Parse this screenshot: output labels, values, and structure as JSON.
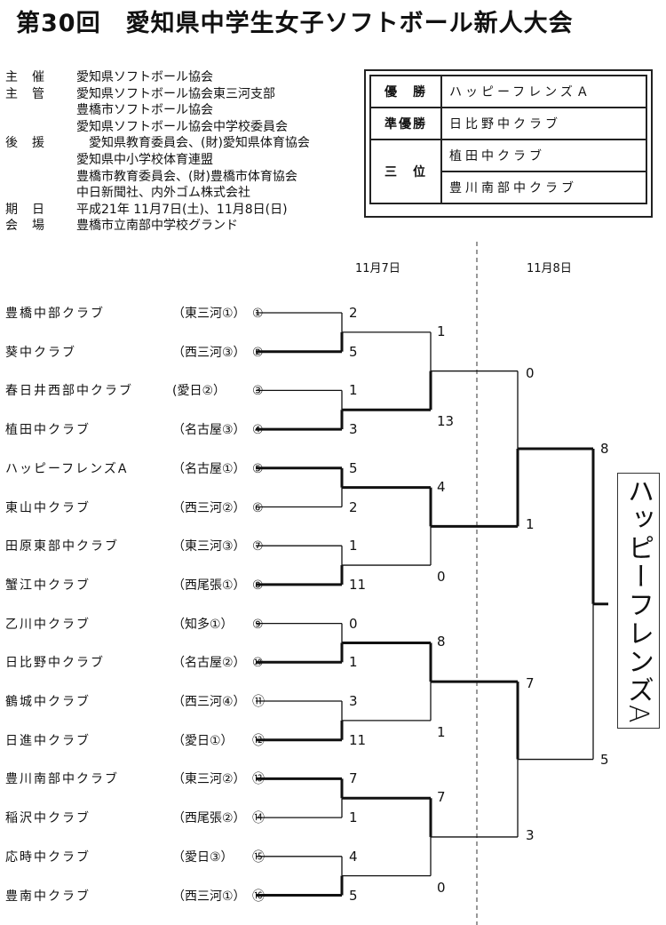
{
  "title": "第30回　愛知県中学生女子ソフトボール新人大会",
  "info": [
    {
      "label": "主催",
      "lines": [
        "愛知県ソフトボール協会"
      ]
    },
    {
      "label": "主管",
      "lines": [
        "愛知県ソフトボール協会東三河支部",
        "豊橋市ソフトボール協会",
        "愛知県ソフトボール協会中学校委員会"
      ]
    },
    {
      "label": "後援",
      "lines": [
        "　愛知県教育委員会、(財)愛知県体育協会",
        "愛知県中小学校体育連盟",
        "豊橋市教育委員会、(財)豊橋市体育協会",
        "中日新聞社、内外ゴム株式会社"
      ]
    },
    {
      "label": "期日",
      "lines": [
        "平成21年 11月7日(土)、11月8日(日)"
      ]
    },
    {
      "label": "会場",
      "lines": [
        "豊橋市立南部中学校グランド"
      ]
    }
  ],
  "results": {
    "champion_label": "優　勝",
    "champion": "ハッピーフレンズＡ",
    "runnerup_label": "準優勝",
    "runnerup": "日比野中クラブ",
    "third_label": "三　位",
    "third": [
      "植田中クラブ",
      "豊川南部中クラブ"
    ]
  },
  "days": [
    "11月7日",
    "11月8日"
  ],
  "teams": [
    {
      "name": "豊橋中部クラブ",
      "region": "（東三河①）",
      "seed": "①",
      "score": "2"
    },
    {
      "name": "葵中クラブ",
      "region": "（西三河③）",
      "seed": "②",
      "score": "5"
    },
    {
      "name": "春日井西部中クラブ",
      "region": "(愛日②）",
      "seed": "③",
      "score": "1"
    },
    {
      "name": "植田中クラブ",
      "region": "（名古屋③）",
      "seed": "④",
      "score": "3"
    },
    {
      "name": "ハッピーフレンズA",
      "region": "（名古屋①）",
      "seed": "⑤",
      "score": "5"
    },
    {
      "name": "東山中クラブ",
      "region": "（西三河②）",
      "seed": "⑥",
      "score": "2"
    },
    {
      "name": "田原東部中クラブ",
      "region": "（東三河③）",
      "seed": "⑦",
      "score": "1"
    },
    {
      "name": "蟹江中クラブ",
      "region": "（西尾張①）",
      "seed": "⑧",
      "score": "11"
    },
    {
      "name": "乙川中クラブ",
      "region": "（知多①）",
      "seed": "⑨",
      "score": "0"
    },
    {
      "name": "日比野中クラブ",
      "region": "（名古屋②）",
      "seed": "⑩",
      "score": "1"
    },
    {
      "name": "鶴城中クラブ",
      "region": "（西三河④）",
      "seed": "⑪",
      "score": "3"
    },
    {
      "name": "日進中クラブ",
      "region": "（愛日①）",
      "seed": "⑫",
      "score": "11"
    },
    {
      "name": "豊川南部中クラブ",
      "region": "（東三河②）",
      "seed": "⑬",
      "score": "7"
    },
    {
      "name": "稲沢中クラブ",
      "region": "（西尾張②）",
      "seed": "⑭",
      "score": "1"
    },
    {
      "name": "応時中クラブ",
      "region": "（愛日③）",
      "seed": "⑮",
      "score": "4"
    },
    {
      "name": "豊南中クラブ",
      "region": "（西三河①）",
      "seed": "⑯",
      "score": "5"
    }
  ],
  "round2_scores": [
    "1",
    "13",
    "4",
    "0",
    "8",
    "1",
    "7",
    "0"
  ],
  "semifinal_scores": [
    "0",
    "1",
    "7",
    "3"
  ],
  "final_scores": [
    "8",
    "5"
  ],
  "winner_handwritten": "ハッピーフレンズA"
}
